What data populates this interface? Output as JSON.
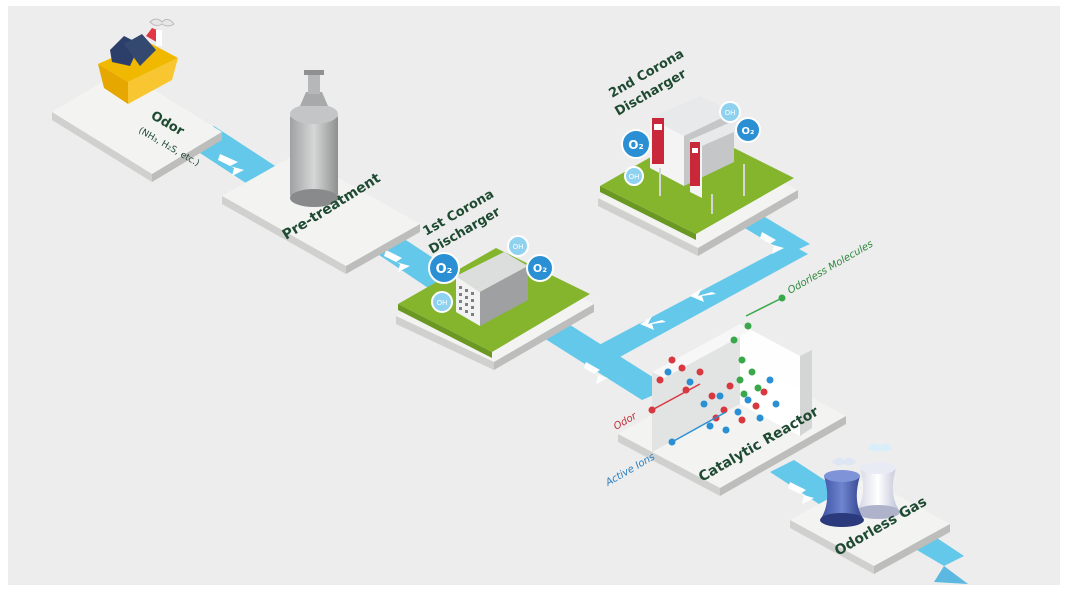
{
  "stages": {
    "odor": {
      "label": "Odor",
      "sub": "(NH₃, H₂S, etc.)"
    },
    "pretreatment": {
      "label": "Pre-treatment"
    },
    "corona1": {
      "line1": "1st Corona",
      "line2": "Discharger"
    },
    "corona2": {
      "line1": "2nd Corona",
      "line2": "Discharger"
    },
    "reactor": {
      "label": "Catalytic Reactor"
    },
    "output": {
      "label": "Odorless Gas"
    }
  },
  "callouts": {
    "molecules": "Odorless Molecules",
    "odor": "Odor",
    "ions": "Active Ions"
  },
  "bubbles": {
    "o2": "O₂",
    "oh": "OH"
  },
  "colors": {
    "background": "#ededed",
    "flow": "#64c8ea",
    "arrow": "#ffffff",
    "platform": "#f3f3f1",
    "green_pad": "#84b52d",
    "label_green": "#1f4a32",
    "odor_dot": "#d8383f",
    "ion_dot": "#2a8fd3",
    "molecule_dot": "#3aa84a"
  },
  "icons": [
    "basket-icon",
    "cylinder-tank-icon",
    "discharger-unit-icon",
    "discharger-cabinet-icon",
    "cooling-tower-icon"
  ]
}
